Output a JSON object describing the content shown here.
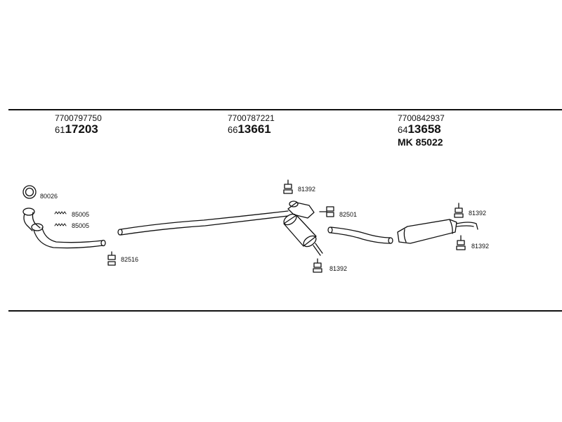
{
  "groups": [
    {
      "oe": "7700797750",
      "prefix": "61",
      "number": "17203"
    },
    {
      "oe": "7700787221",
      "prefix": "66",
      "number": "13661"
    },
    {
      "oe": "7700842937",
      "prefix": "64",
      "number": "13658",
      "extra": "MK  85022"
    }
  ],
  "labels": {
    "ring": "80026",
    "clamp_a": "85005",
    "clamp_b": "85005",
    "front_hanger": "82516",
    "mid_hanger_top": "81392",
    "mid_bracket": "82501",
    "mid_hanger_bottom": "81392",
    "rear_hanger_top": "81392",
    "rear_hanger_bottom": "81392"
  }
}
